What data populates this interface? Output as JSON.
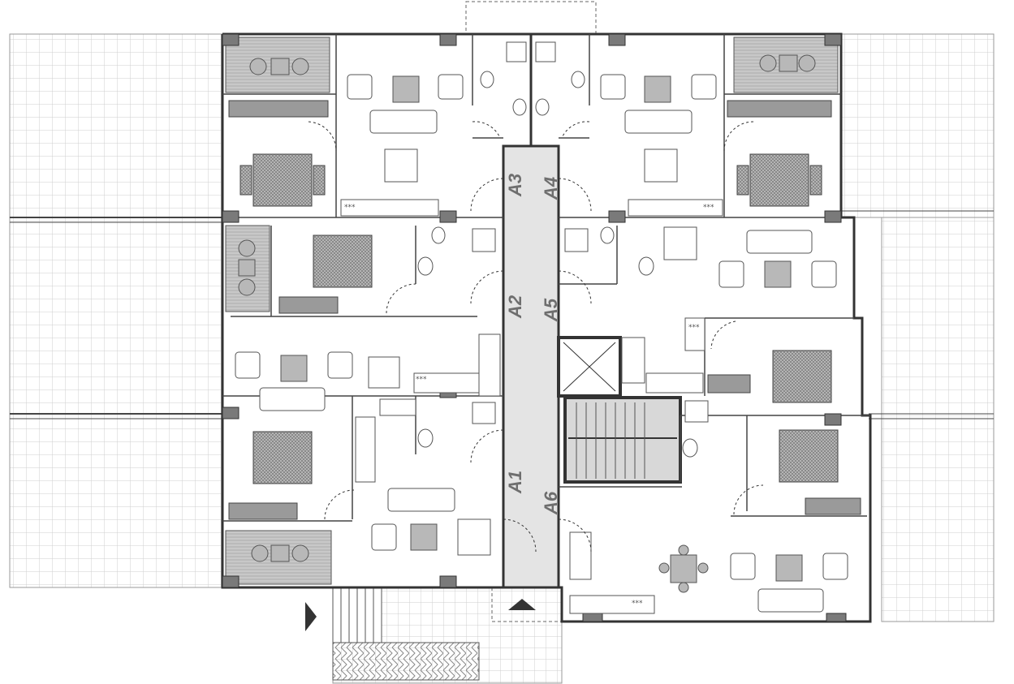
{
  "units": [
    {
      "id": "A1",
      "label": "A1"
    },
    {
      "id": "A2",
      "label": "A2"
    },
    {
      "id": "A3",
      "label": "A3"
    },
    {
      "id": "A4",
      "label": "A4"
    },
    {
      "id": "A5",
      "label": "A5"
    },
    {
      "id": "A6",
      "label": "A6"
    }
  ],
  "symbols": {
    "kitchen_burner_mark": "***"
  },
  "colors": {
    "corridor": "#e4e4e4",
    "terrace": "#c8c8c8",
    "wall": "#333333",
    "grid": "#cfcfcf",
    "column": "#7a7a7a",
    "stair": "#d8d8d8"
  },
  "icons": [
    "entrance-arrow-icon",
    "elevator-shaft-icon",
    "staircase-icon"
  ]
}
